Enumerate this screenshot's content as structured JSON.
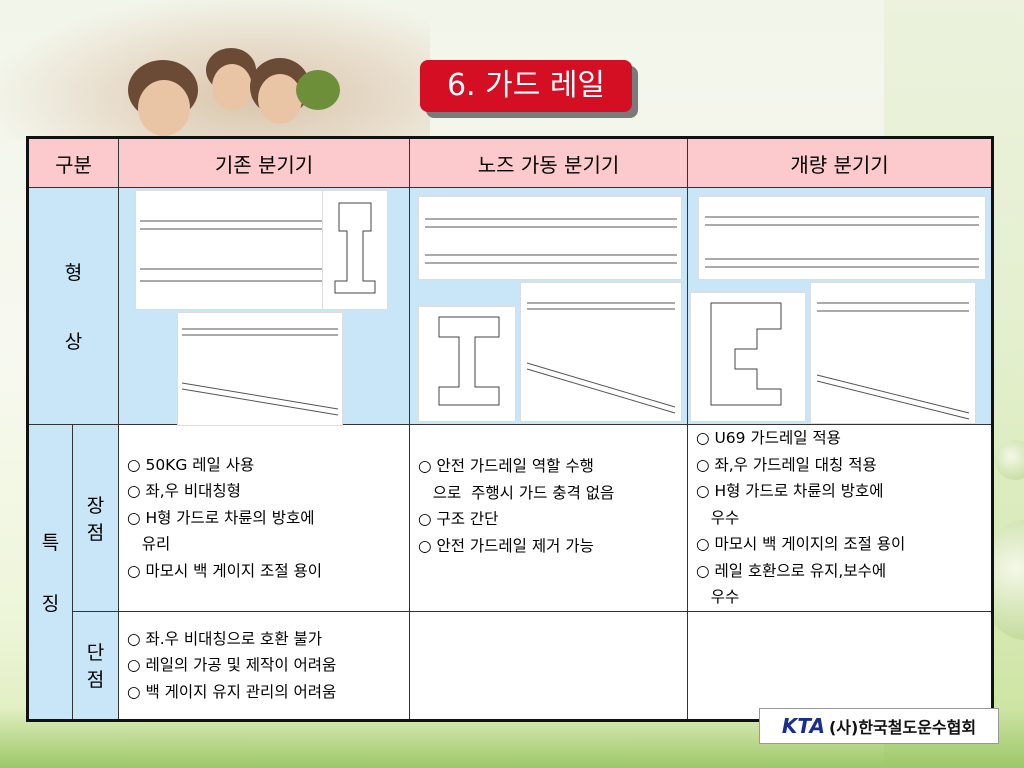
{
  "title": "6. 가드 레일",
  "table": {
    "headers": [
      "구분",
      "기존 분기기",
      "노즈 가동 분기기",
      "개량 분기기"
    ],
    "shape_label": [
      "형",
      "상"
    ],
    "feature_label": [
      "특",
      "징"
    ],
    "pros_label": [
      "장",
      "점"
    ],
    "cons_label": [
      "단",
      "점"
    ],
    "pros": {
      "existing": [
        "○ 50KG 레일 사용",
        "○ 좌,우 비대칭형",
        "○ H형 가드로 차륜의 방호에",
        "   유리",
        "○ 마모시 백 게이지 조절 용이"
      ],
      "nose": [
        "○ 안전 가드레일 역할 수행",
        "   으로  주행시 가드 충격 없음",
        "○ 구조 간단",
        "○ 안전 가드레일 제거 가능"
      ],
      "improved": [
        "○ U69 가드레일 적용",
        "○ 좌,우 가드레일 대칭 적용",
        "○ H형 가드로 차륜의 방호에",
        "   우수",
        "○ 마모시 백 게이지의 조절 용이",
        "○ 레일 호환으로 유지,보수에",
        "   우수"
      ]
    },
    "cons": {
      "existing": [
        "○ 좌.우 비대칭으로 호환 불가",
        "○ 레일의 가공 및 제작이 어려움",
        "○ 백 게이지 유지 관리의 어려움"
      ]
    }
  },
  "logo": {
    "brand": "KTA",
    "org": "(사)한국철도운수협회"
  },
  "colors": {
    "title_bg": "#d40f24",
    "header_bg": "#fccacd",
    "cell_bg": "#c8e6f7",
    "brand": "#1a2f8a"
  }
}
